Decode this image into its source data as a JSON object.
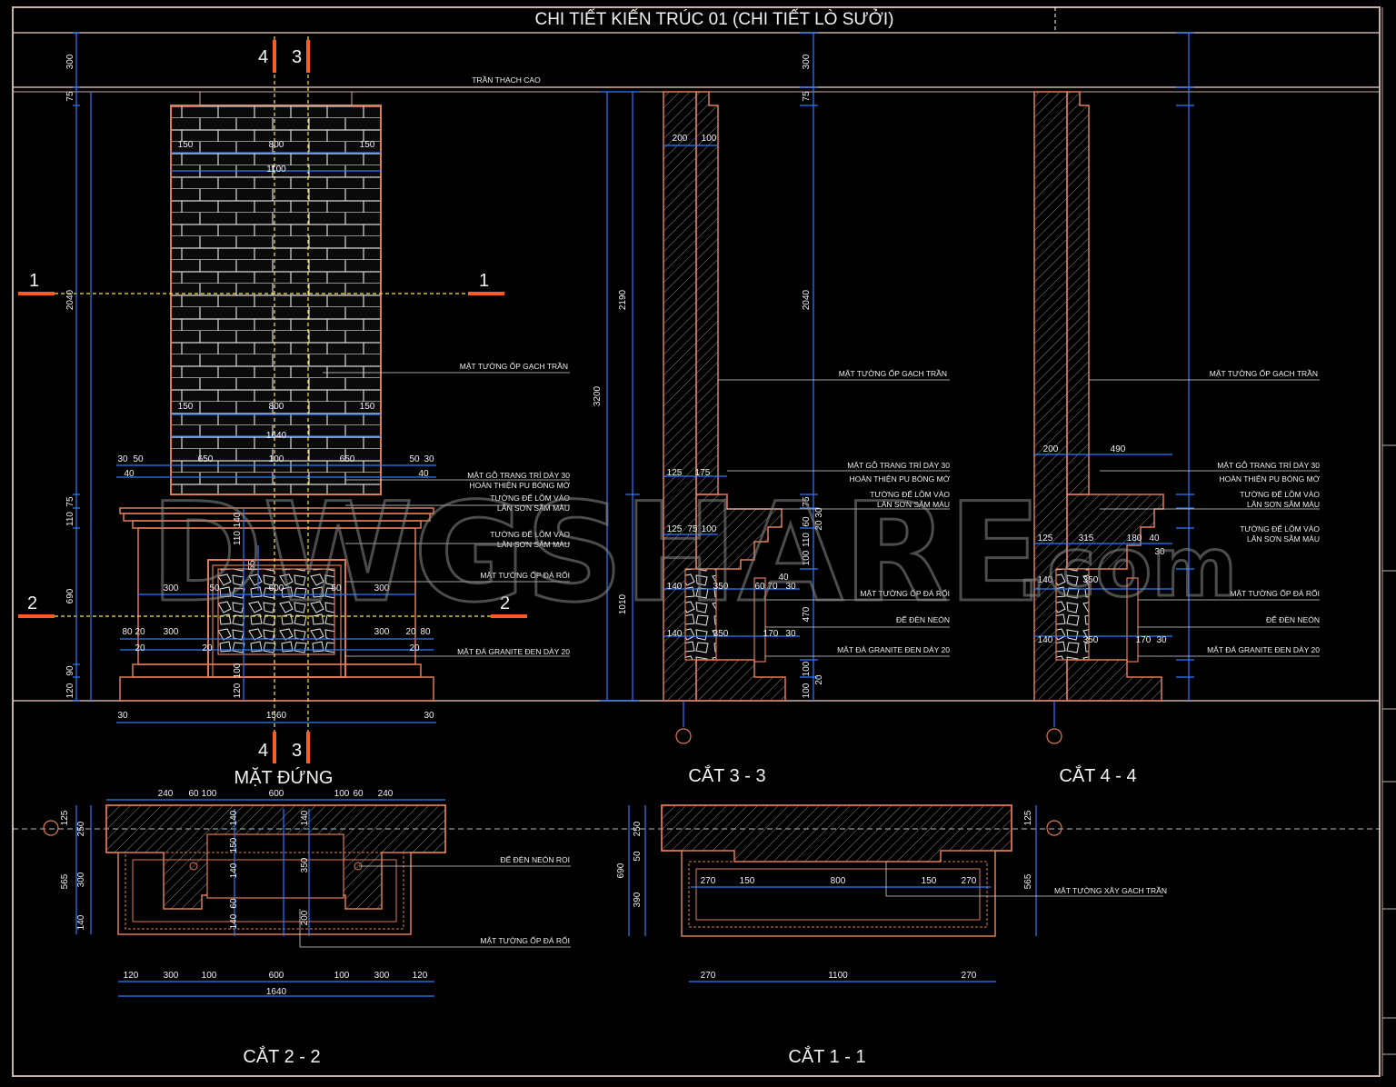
{
  "title": "CHI TIẾT KIẾN TRÚC 01 (CHI TIẾT LÒ SƯỞI)",
  "watermark": {
    "main": "DWGSHARE",
    "suffix": ".com"
  },
  "colors": {
    "dim": "#2e7bff",
    "wall": "#e07a55",
    "cut": "#ff5a1f",
    "grid": "#ffe34d",
    "frame": "#c9b0a8"
  },
  "sections": {
    "elevation": "MẶT ĐỨNG",
    "cut33": "CẮT 3 - 3",
    "cut44": "CẮT 4 - 4",
    "cut22": "CẮT 2 - 2",
    "cut11": "CẮT 1 - 1"
  },
  "cut_marks": {
    "one": "1",
    "two": "2",
    "three": "3",
    "four": "4"
  },
  "ceiling_note": "TRẦN THẠCH CAO",
  "notes": {
    "brick": "MẶT TƯỜNG ỐP GẠCH TRẦN",
    "wood1": "MẶT GỖ TRANG TRÍ DÀY 30",
    "wood2": "HOÀN THIỆN PU BÓNG MỜ",
    "recess1": "TƯỜNG ĐỂ LÕM VÀO",
    "recess2": "LĂN SƠN SẪM MÀU",
    "stone": "MẶT TƯỜNG ỐP ĐÁ RỐI",
    "neon": "ĐỂ ĐÈN NEÓN",
    "granite": "MẶT ĐÁ GRANITE ĐEN DÀY 20",
    "neon_roi": "ĐỂ ĐÈN NEÓN ROI",
    "brick_wall": "MẶT TƯỜNG XÂY GẠCH TRẦN"
  },
  "dims": {
    "elev_left": [
      "300",
      "75",
      "2040",
      "75",
      "110",
      "690",
      "90",
      "120"
    ],
    "elev_top": [
      "150",
      "800",
      "150",
      "1100"
    ],
    "elev_mid": [
      "150",
      "800",
      "150",
      "1640"
    ],
    "elev_row": [
      "30",
      "50",
      "650",
      "100",
      "650",
      "50",
      "30",
      "40",
      "40"
    ],
    "elev_fire": [
      "300",
      "50",
      "600",
      "50",
      "300"
    ],
    "elev_base": [
      "80",
      "20",
      "300",
      "20",
      "20",
      "300",
      "20",
      "80",
      "20"
    ],
    "elev_bottom": [
      "30",
      "1560",
      "30"
    ],
    "elev_v": [
      "140",
      "110",
      "55",
      "100",
      "120",
      "3200",
      "2190",
      "1010"
    ],
    "s33_top": [
      "200",
      "100"
    ],
    "s33_mid": [
      "125",
      "175",
      "125",
      "75",
      "100"
    ],
    "s33_low": [
      "140",
      "350",
      "60",
      "70",
      "30",
      "40",
      "140",
      "350",
      "170",
      "30"
    ],
    "s33_right": [
      "300",
      "75",
      "2040",
      "75",
      "30",
      "60",
      "20",
      "110",
      "100",
      "470",
      "100",
      "20",
      "100"
    ],
    "s44_top": [
      "200",
      "490"
    ],
    "s44_mid": [
      "125",
      "315",
      "180",
      "40",
      "30"
    ],
    "s44_low": [
      "140",
      "350",
      "140",
      "350",
      "170",
      "30"
    ],
    "c22_top": [
      "240",
      "60",
      "100",
      "600",
      "100",
      "60",
      "240"
    ],
    "c22_left": [
      "125",
      "250",
      "565",
      "300",
      "140"
    ],
    "c22_inner": [
      "140",
      "150",
      "140",
      "60",
      "140",
      "140",
      "350",
      "200"
    ],
    "c22_bot": [
      "120",
      "300",
      "100",
      "600",
      "100",
      "300",
      "120",
      "1640"
    ],
    "c11_left": [
      "250",
      "50",
      "690",
      "390"
    ],
    "c11_row": [
      "270",
      "150",
      "800",
      "150",
      "270"
    ],
    "c11_bot": [
      "270",
      "1100",
      "270"
    ],
    "c11_right": [
      "125",
      "565"
    ]
  }
}
